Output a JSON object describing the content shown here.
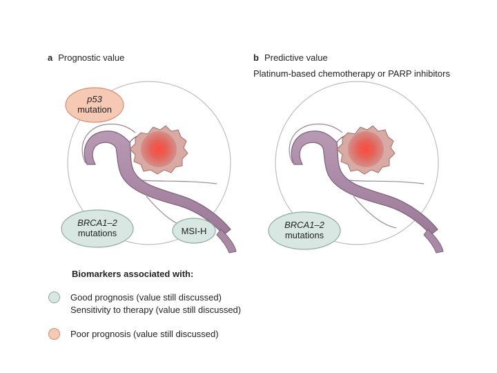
{
  "panel_a": {
    "letter": "a",
    "title": "Prognostic value",
    "badges": {
      "p53": {
        "line1": "p53",
        "line2": "mutation",
        "kind": "poor"
      },
      "brca": {
        "line1": "BRCA1–2",
        "line2": "mutations",
        "kind": "good"
      },
      "msi": {
        "label": "MSI-H",
        "kind": "good"
      }
    }
  },
  "panel_b": {
    "letter": "b",
    "title": "Predictive value",
    "subtitle": "Platinum-based chemotherapy or PARP inhibitors",
    "badges": {
      "brca": {
        "line1": "BRCA1–2",
        "line2": "mutations",
        "kind": "good"
      }
    }
  },
  "legend": {
    "title": "Biomarkers associated with:",
    "good": {
      "line1": "Good prognosis (value still discussed)",
      "line2": "Sensitivity to therapy (value still discussed)"
    },
    "poor": {
      "line1": "Poor prognosis (value still discussed)"
    }
  },
  "colors": {
    "good_fill": "#d9e7e3",
    "good_stroke": "#8fa9a2",
    "poor_fill": "#f6c9b4",
    "poor_stroke": "#cf8f74",
    "circle_stroke": "#bdbdbd",
    "tube_fill": "#a98aa5",
    "tumor_fill": "#e2554e"
  },
  "icons": {
    "organ": "ovary-fallopian-tube-icon",
    "tumor": "tumor-icon"
  }
}
